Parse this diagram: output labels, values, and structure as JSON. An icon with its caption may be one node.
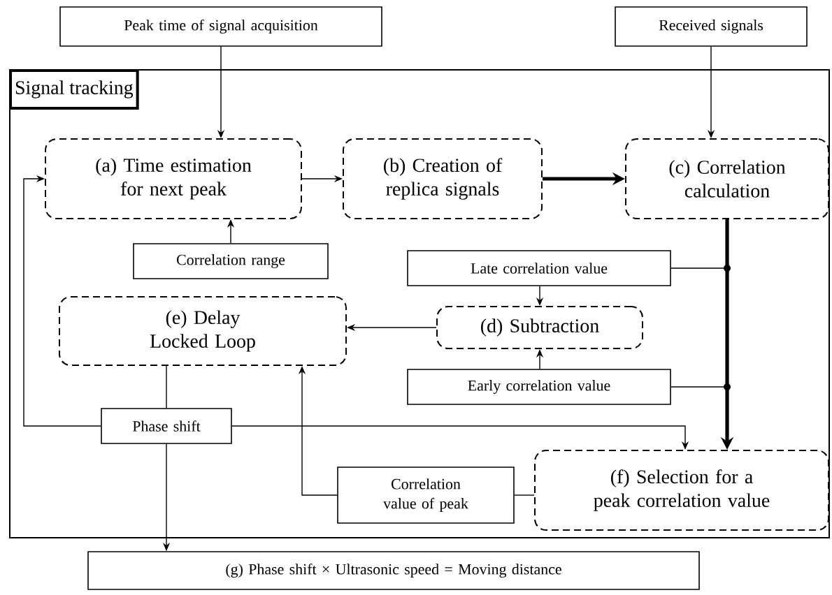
{
  "diagram": {
    "nodes": [
      {
        "text": [
          "Signal tracking"
        ]
      },
      {
        "text": [
          "Peak time of signal acquisition"
        ]
      },
      {
        "text": [
          "Received signals"
        ]
      },
      {
        "text": [
          "(a) Time estimation for next peak"
        ],
        "in": 0
      },
      {
        "text": [
          "(b) Creation of replica signals"
        ],
        "in": 0
      },
      {
        "text": [
          "(c) Correlation calculation"
        ],
        "in": 0
      },
      {
        "text": [
          "Correlation range"
        ],
        "in": 0
      },
      {
        "text": [
          "Late correlation value"
        ],
        "in": 0
      },
      {
        "text": [
          "(e) Delay Locked Loop"
        ],
        "in": 0
      },
      {
        "text": [
          "(d) Subtraction"
        ],
        "in": 0
      },
      {
        "text": [
          "Early correlation value"
        ],
        "in": 0
      },
      {
        "text": [
          "Phase shift"
        ],
        "in": 0
      },
      {
        "text": [
          "Correlation value of peak"
        ],
        "in": 0
      },
      {
        "text": [
          "(f) Selection for a peak correlation value"
        ],
        "in": 0
      },
      {
        "text": [
          "(g) Phase shift × Ultrasonic speed = Moving distance"
        ]
      }
    ],
    "edges": [
      {
        "from": 1,
        "to": 3,
        "arrow": "to"
      },
      {
        "from": 2,
        "to": 5,
        "arrow": "to"
      },
      {
        "from": 3,
        "to": 4,
        "arrow": "to"
      },
      {
        "from": 4,
        "to": 5,
        "arrow": "to",
        "style": "thick"
      },
      {
        "from": 6,
        "to": 3,
        "arrow": "to"
      },
      {
        "from": 5,
        "to": 7,
        "arrow": "none"
      },
      {
        "from": 5,
        "to": 10,
        "arrow": "none"
      },
      {
        "from": 5,
        "to": 13,
        "arrow": "to",
        "style": "thick"
      },
      {
        "from": 7,
        "to": 9,
        "arrow": "to"
      },
      {
        "from": 10,
        "to": 9,
        "arrow": "to"
      },
      {
        "from": 9,
        "to": 8,
        "arrow": "to"
      },
      {
        "from": 8,
        "to": 11,
        "arrow": "none"
      },
      {
        "from": 11,
        "to": 3,
        "arrow": "to"
      },
      {
        "from": 11,
        "to": 13,
        "arrow": "to"
      },
      {
        "from": 11,
        "to": 14,
        "arrow": "to"
      },
      {
        "from": 12,
        "to": 8,
        "arrow": "to"
      },
      {
        "from": 12,
        "to": 13,
        "arrow": "none"
      }
    ]
  }
}
